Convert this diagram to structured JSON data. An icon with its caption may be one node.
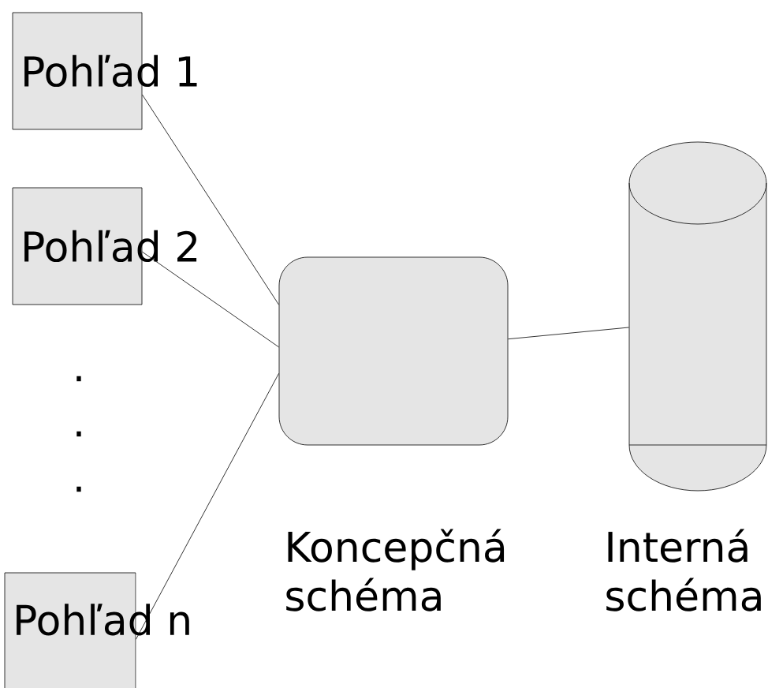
{
  "diagram": {
    "nodes": [
      {
        "text": [
          "Pohľad 1"
        ]
      },
      {
        "text": [
          "Pohľad 2"
        ]
      },
      {
        "text": [
          "Pohľad n"
        ]
      },
      {
        "text": [],
        "shape": "box",
        "beside": [
          "Koncepčná schéma"
        ]
      },
      {
        "text": [],
        "shape": "cylinder",
        "beside": [
          "Interná schéma"
        ]
      }
    ],
    "edges": [
      {
        "from": 0,
        "to": 3,
        "arrow": "none"
      },
      {
        "from": 1,
        "to": 3,
        "arrow": "none"
      },
      {
        "from": 2,
        "to": 3,
        "arrow": "none"
      },
      {
        "from": 3,
        "to": 4,
        "arrow": "none"
      }
    ],
    "labels": [
      ".",
      ".",
      "."
    ]
  }
}
